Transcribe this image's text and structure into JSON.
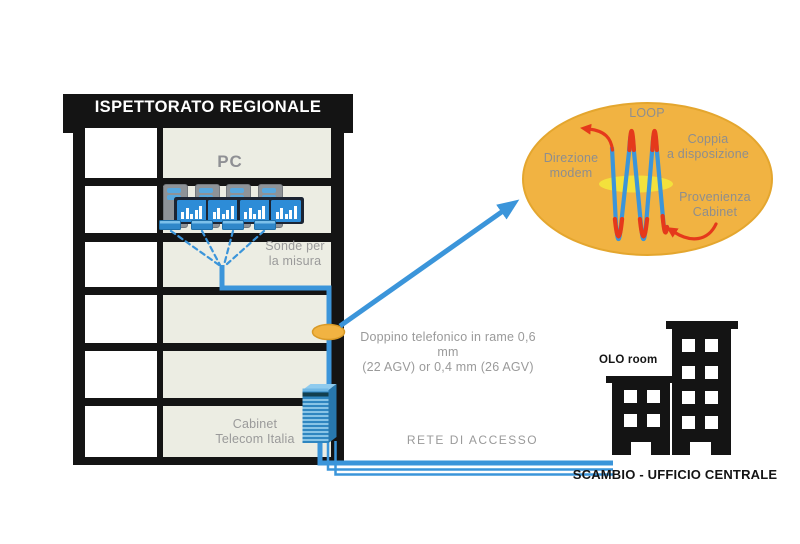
{
  "building": {
    "title": "ISPETTORATO REGIONALE",
    "pc_label": "PC",
    "sonde_label": "Sonde per\nla misura",
    "cabinet_label": "Cabinet\nTelecom Italia",
    "floors": 6,
    "pc_count": 4
  },
  "cables": {
    "doppino_label": "Doppino telefonico in rame 0,6 mm\n(22 AGV) or 0,4 mm (26 AGV)",
    "rete_label": "RETE DI ACCESSO"
  },
  "loop": {
    "title": "LOOP",
    "left_label": "Direzione\nmodem",
    "right_top_label": "Coppia\na disposizione",
    "right_bottom_label": "Provenienza\nCabinet"
  },
  "central_office": {
    "olo_label": "OLO room",
    "name": "SCAMBIO - UFFICIO CENTRALE"
  },
  "colors": {
    "cable_blue": "#3B95DA",
    "loop_red": "#E5391B",
    "oval_orange": "#F1B342",
    "highlight_yellow": "#F2E33C",
    "text_gray": "#9A9A9A",
    "building_black": "#141414",
    "cell_gray": "#ECEDE3",
    "screen_blue": "#2D8CD7"
  }
}
